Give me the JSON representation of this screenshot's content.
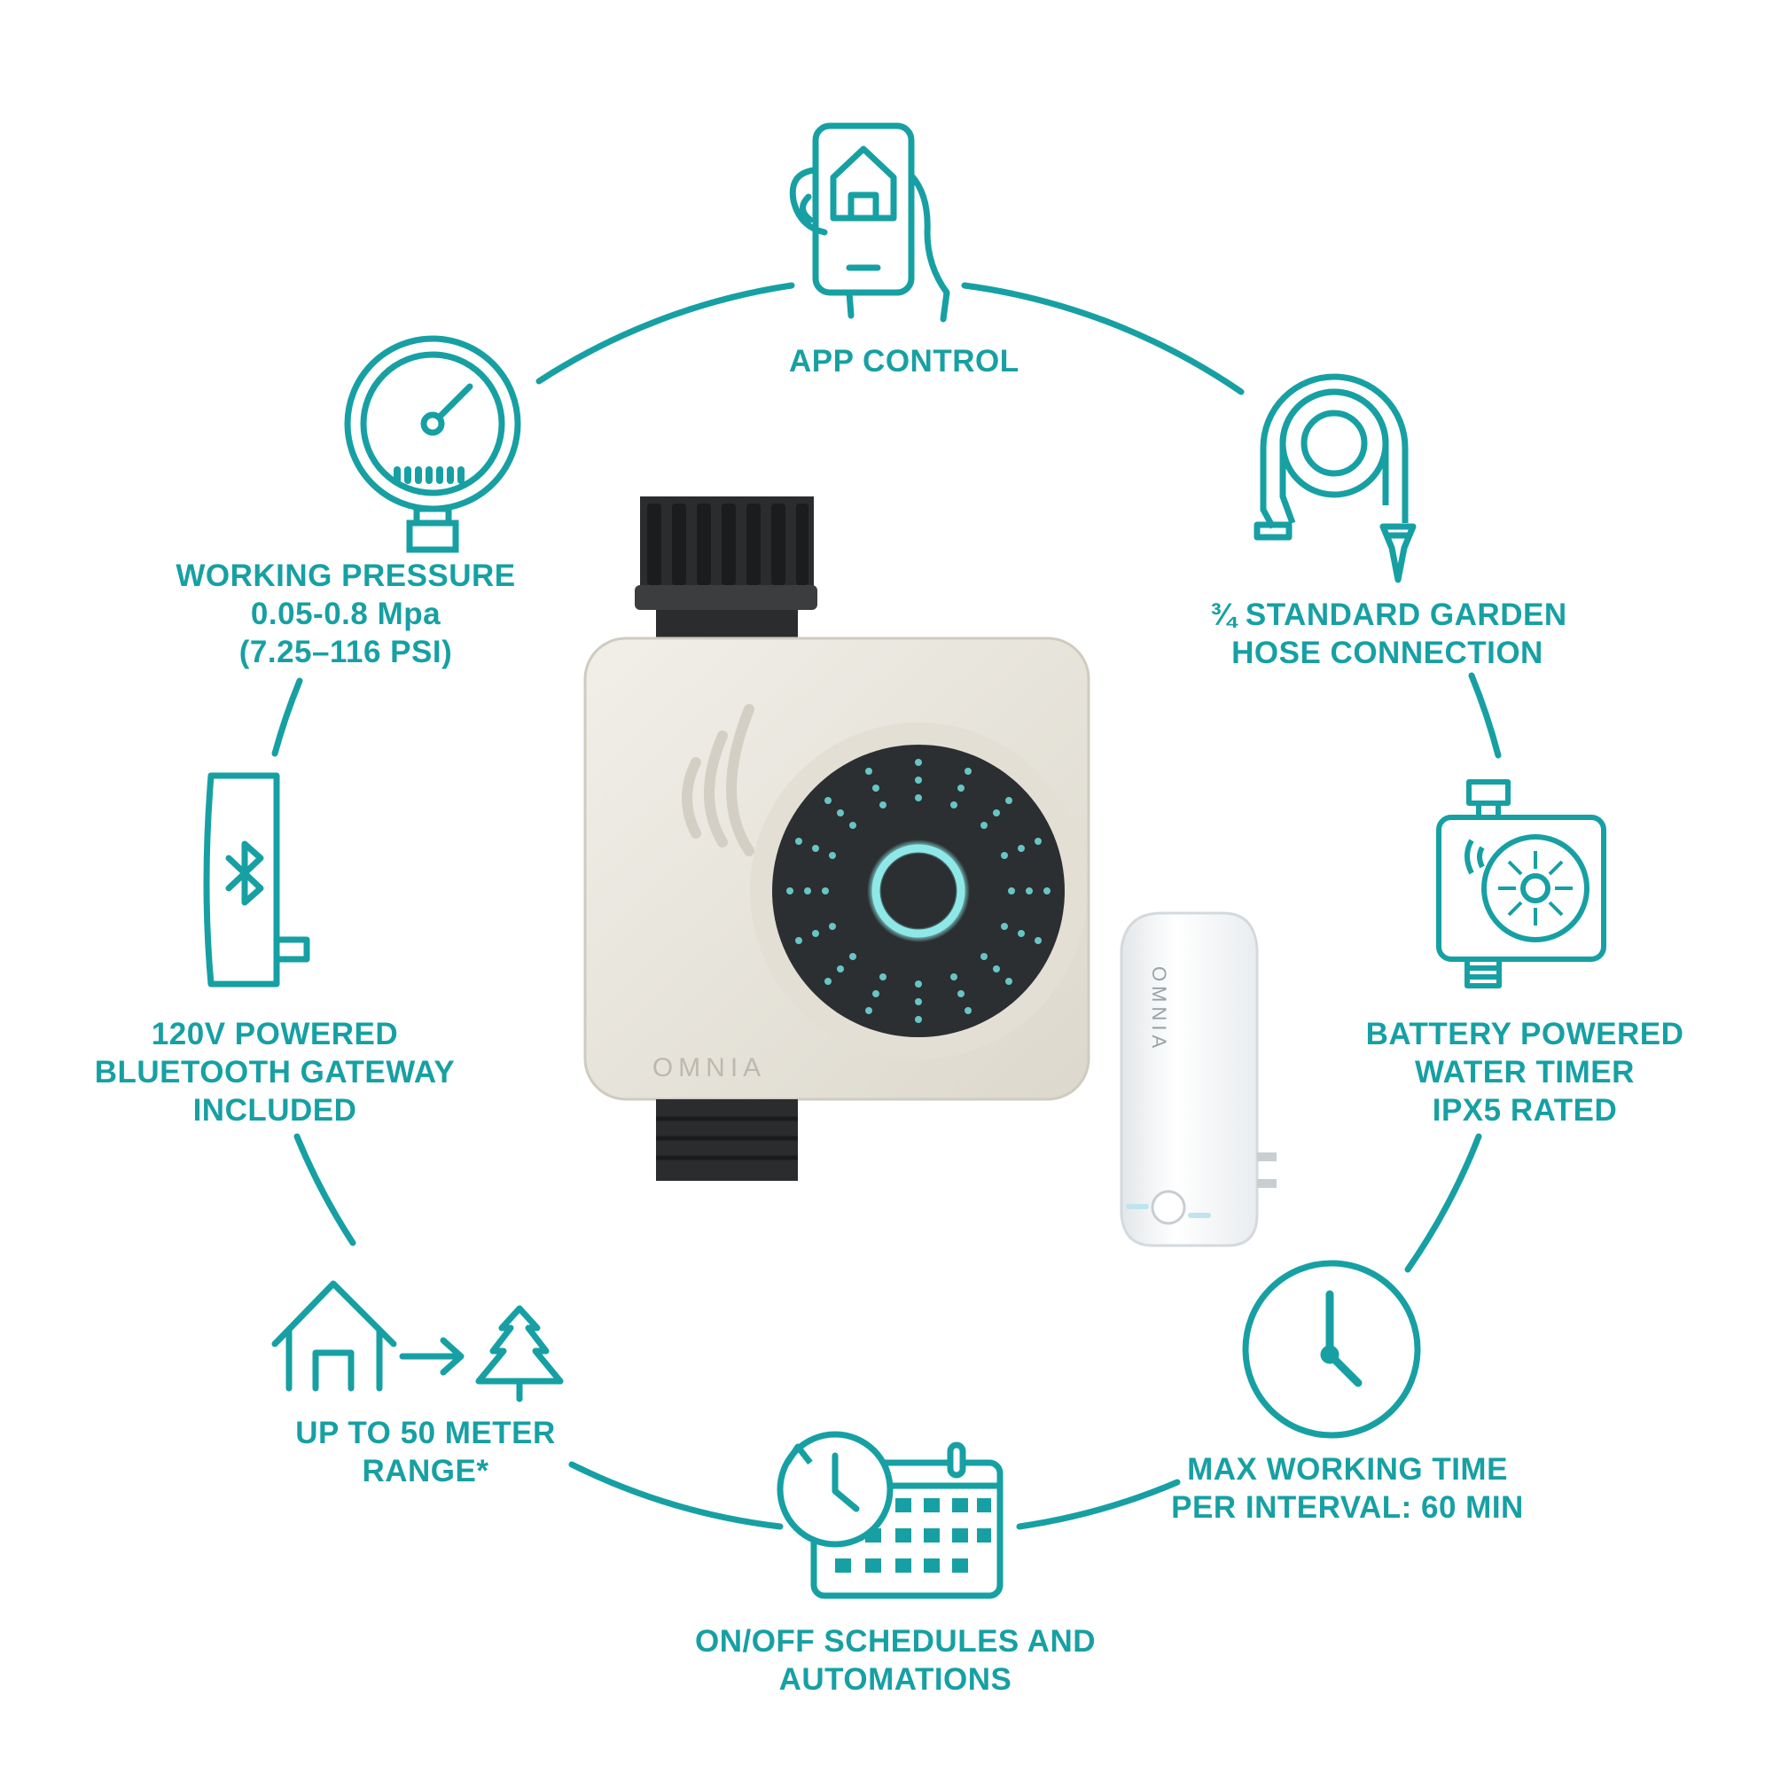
{
  "colors": {
    "accent": "#17a0a3",
    "device_body": "#ebe8df",
    "dial": "#2b2f31",
    "glow": "#7fe0e0",
    "gateway": "#f4f6f8"
  },
  "brand": {
    "device_logo": "OMNIA",
    "gateway_logo": "OMNIA"
  },
  "features": {
    "app_control": {
      "icon": "smartphone-home-icon",
      "lines": [
        "APP CONTROL"
      ]
    },
    "hose": {
      "icon": "garden-hose-icon",
      "lines": [
        "¾ STANDARD GARDEN",
        "HOSE CONNECTION"
      ]
    },
    "battery": {
      "icon": "water-timer-icon",
      "lines": [
        "BATTERY POWERED",
        "WATER TIMER",
        "IPX5 RATED"
      ]
    },
    "max_time": {
      "icon": "clock-icon",
      "lines": [
        "MAX WORKING TIME",
        "PER INTERVAL: 60 MIN"
      ]
    },
    "schedules": {
      "icon": "calendar-clock-icon",
      "lines": [
        "ON/OFF SCHEDULES AND",
        "AUTOMATIONS"
      ]
    },
    "range": {
      "icon": "house-to-tree-icon",
      "lines": [
        "UP TO 50 METER",
        "RANGE*"
      ]
    },
    "gateway": {
      "icon": "bluetooth-plug-icon",
      "lines": [
        "120V POWERED",
        "BLUETOOTH GATEWAY",
        "INCLUDED"
      ]
    },
    "pressure": {
      "icon": "pressure-gauge-icon",
      "lines": [
        "WORKING PRESSURE",
        "0.05-0.8 Mpa",
        "(7.25–116 PSI)"
      ]
    }
  }
}
